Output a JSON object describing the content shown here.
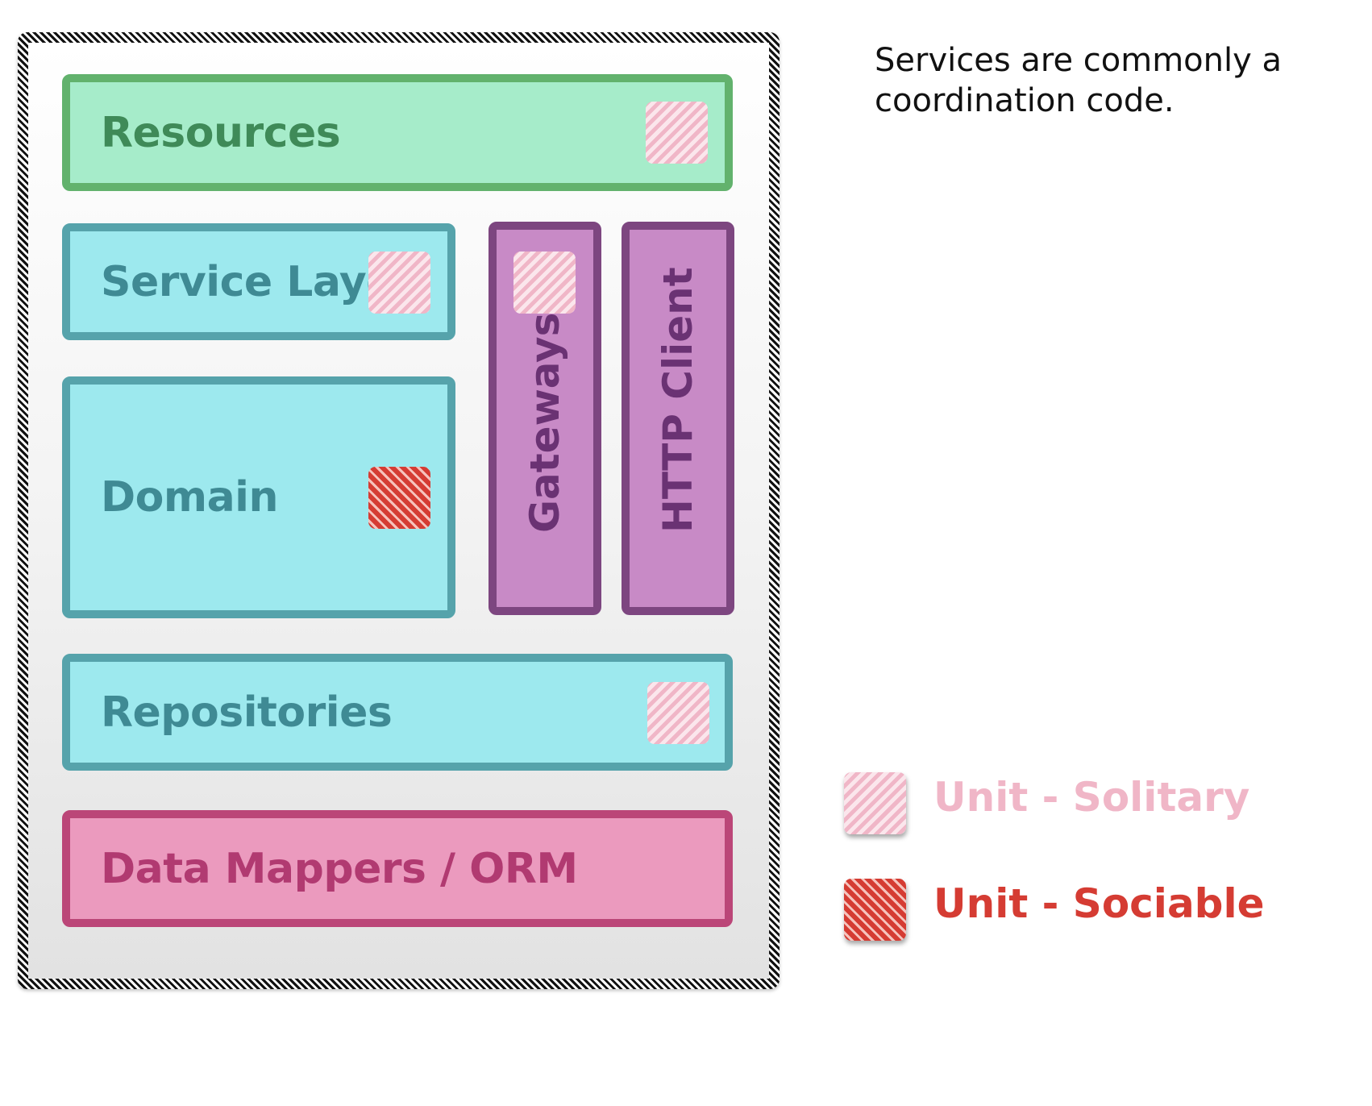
{
  "caption": {
    "line1": "Services are commonly a",
    "line2": "coordination code."
  },
  "layers": {
    "resources": "Resources",
    "service_layer": "Service Layer",
    "domain": "Domain",
    "gateways": "Gateways",
    "http_client": "HTTP Client",
    "repositories": "Repositories",
    "data_mappers": "Data Mappers / ORM"
  },
  "legend": {
    "solitary": "Unit - Solitary",
    "sociable": "Unit - Sociable"
  },
  "colors": {
    "resources_fill": "#a6ecca",
    "resources_border": "#62b26d",
    "teal_fill": "#9de9ee",
    "teal_border": "#56a3ab",
    "purple_fill": "#c88ac6",
    "purple_border": "#7d4680",
    "pink_fill": "#eb9abe",
    "pink_border": "#bb4678",
    "solitary": "#f0b6c7",
    "sociable": "#d53c33"
  }
}
